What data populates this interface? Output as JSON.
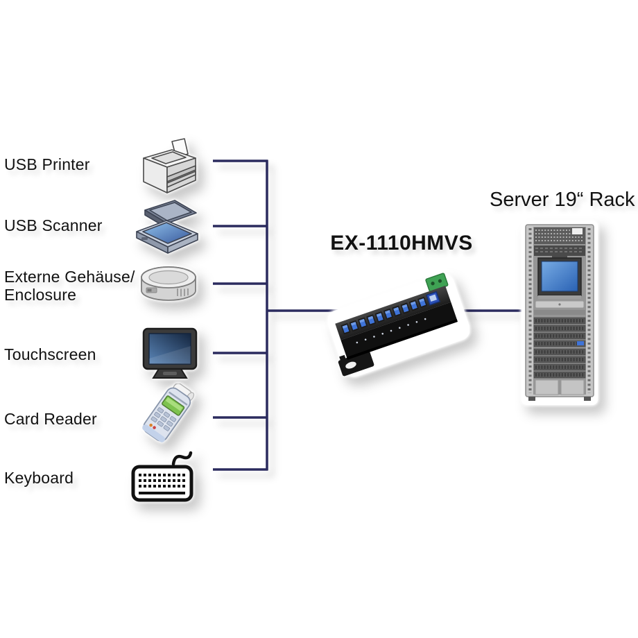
{
  "diagram": {
    "hub": {
      "model": "EX-1110HMVS",
      "icon": "usb-hub-icon",
      "port_count": 10
    },
    "rack": {
      "label": "Server 19“ Rack",
      "icon": "server-rack-icon"
    },
    "devices": [
      {
        "id": "usb-printer",
        "label": "USB Printer",
        "icon": "printer-icon"
      },
      {
        "id": "usb-scanner",
        "label": "USB Scanner",
        "icon": "scanner-icon"
      },
      {
        "id": "external-enclosure",
        "label": "Externe Gehäuse/\nEnclosure",
        "icon": "hdd-enclosure-icon"
      },
      {
        "id": "touchscreen",
        "label": "Touchscreen",
        "icon": "touchscreen-icon"
      },
      {
        "id": "card-reader",
        "label": "Card Reader",
        "icon": "card-reader-icon"
      },
      {
        "id": "keyboard",
        "label": "Keyboard",
        "icon": "keyboard-icon"
      }
    ],
    "colors": {
      "background": "#ffffff",
      "connector_line": "#2b2b5e",
      "text": "#111111",
      "usb_port_blue": "#3f74d8",
      "terminal_green": "#3fa254",
      "screen_blue": "#2f6cc0"
    }
  }
}
